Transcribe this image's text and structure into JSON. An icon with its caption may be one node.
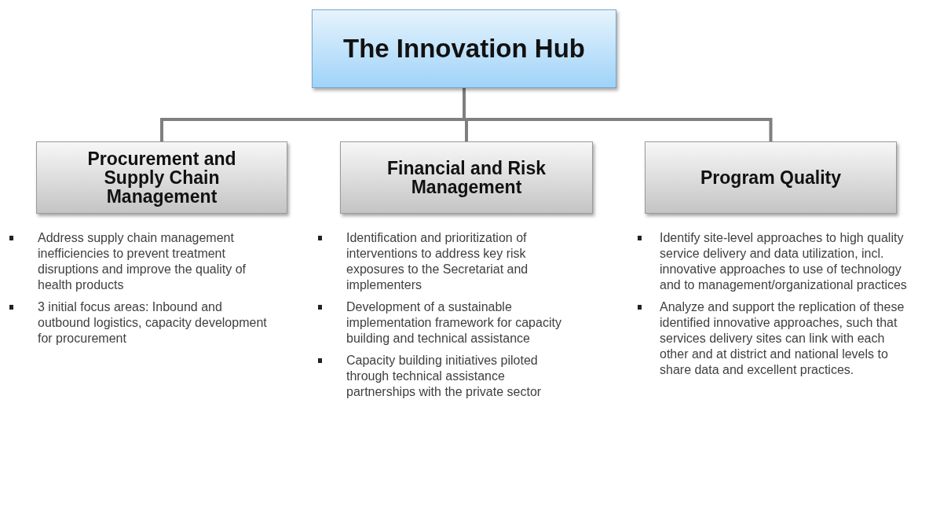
{
  "diagram": {
    "nodes": [
      {
        "text": [
          "The Innovation Hub"
        ]
      },
      {
        "text": [
          "Procurement and Supply Chain Management"
        ],
        "beside": [
          "Address supply chain management inefficiencies to prevent treatment disruptions and improve the quality of health products",
          "3 initial focus areas: Inbound and outbound logistics, capacity development for procurement"
        ]
      },
      {
        "text": [
          "Financial and Risk Management"
        ],
        "beside": [
          "Identification and prioritization of interventions to address key risk exposures to the Secretariat and implementers",
          "Development of a sustainable implementation framework for capacity building and technical assistance",
          "Capacity building initiatives piloted through technical assistance partnerships with the private sector"
        ]
      },
      {
        "text": [
          "Program Quality"
        ],
        "beside": [
          "Identify site-level approaches to high quality service delivery and data utilization, incl. innovative approaches to use of technology and to management/organizational practices",
          "Analyze and support the replication of these identified innovative approaches, such that services delivery sites can link with each other and at district and national levels to share data and excellent practices."
        ]
      }
    ],
    "edges": [
      {
        "from": 0,
        "to": 1,
        "arrow": "none"
      },
      {
        "from": 0,
        "to": 2,
        "arrow": "none"
      },
      {
        "from": 0,
        "to": 3,
        "arrow": "none"
      }
    ]
  }
}
